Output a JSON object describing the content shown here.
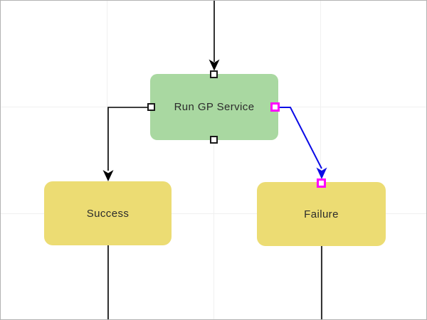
{
  "diagram": {
    "nodes": [
      {
        "id": "run-gp-service",
        "label": "Run GP Service",
        "type": "process"
      },
      {
        "id": "success",
        "label": "Success",
        "type": "outcome"
      },
      {
        "id": "failure",
        "label": "Failure",
        "type": "outcome"
      }
    ],
    "edges": [
      {
        "id": "incoming-to-run-gp-service",
        "from": "top-of-canvas",
        "to": "run-gp-service",
        "selected": false
      },
      {
        "id": "run-gp-service-to-success",
        "from": "run-gp-service",
        "to": "success",
        "selected": false
      },
      {
        "id": "run-gp-service-to-failure",
        "from": "run-gp-service",
        "to": "failure",
        "selected": true
      },
      {
        "id": "success-outgoing",
        "from": "success",
        "to": "bottom-of-canvas",
        "selected": false
      },
      {
        "id": "failure-outgoing",
        "from": "failure",
        "to": "bottom-of-canvas",
        "selected": false
      }
    ],
    "colors": {
      "process_fill": "#a9d8a1",
      "outcome_fill": "#ecdc73",
      "edge": "#000000",
      "selected_edge": "#0b0be6",
      "selected_handle": "#ff00ff",
      "handle_border": "#1a1a1a",
      "grid_line": "#f0f0f0",
      "canvas_border": "#b3b3b3",
      "label_text": "#2b2b2b"
    }
  }
}
